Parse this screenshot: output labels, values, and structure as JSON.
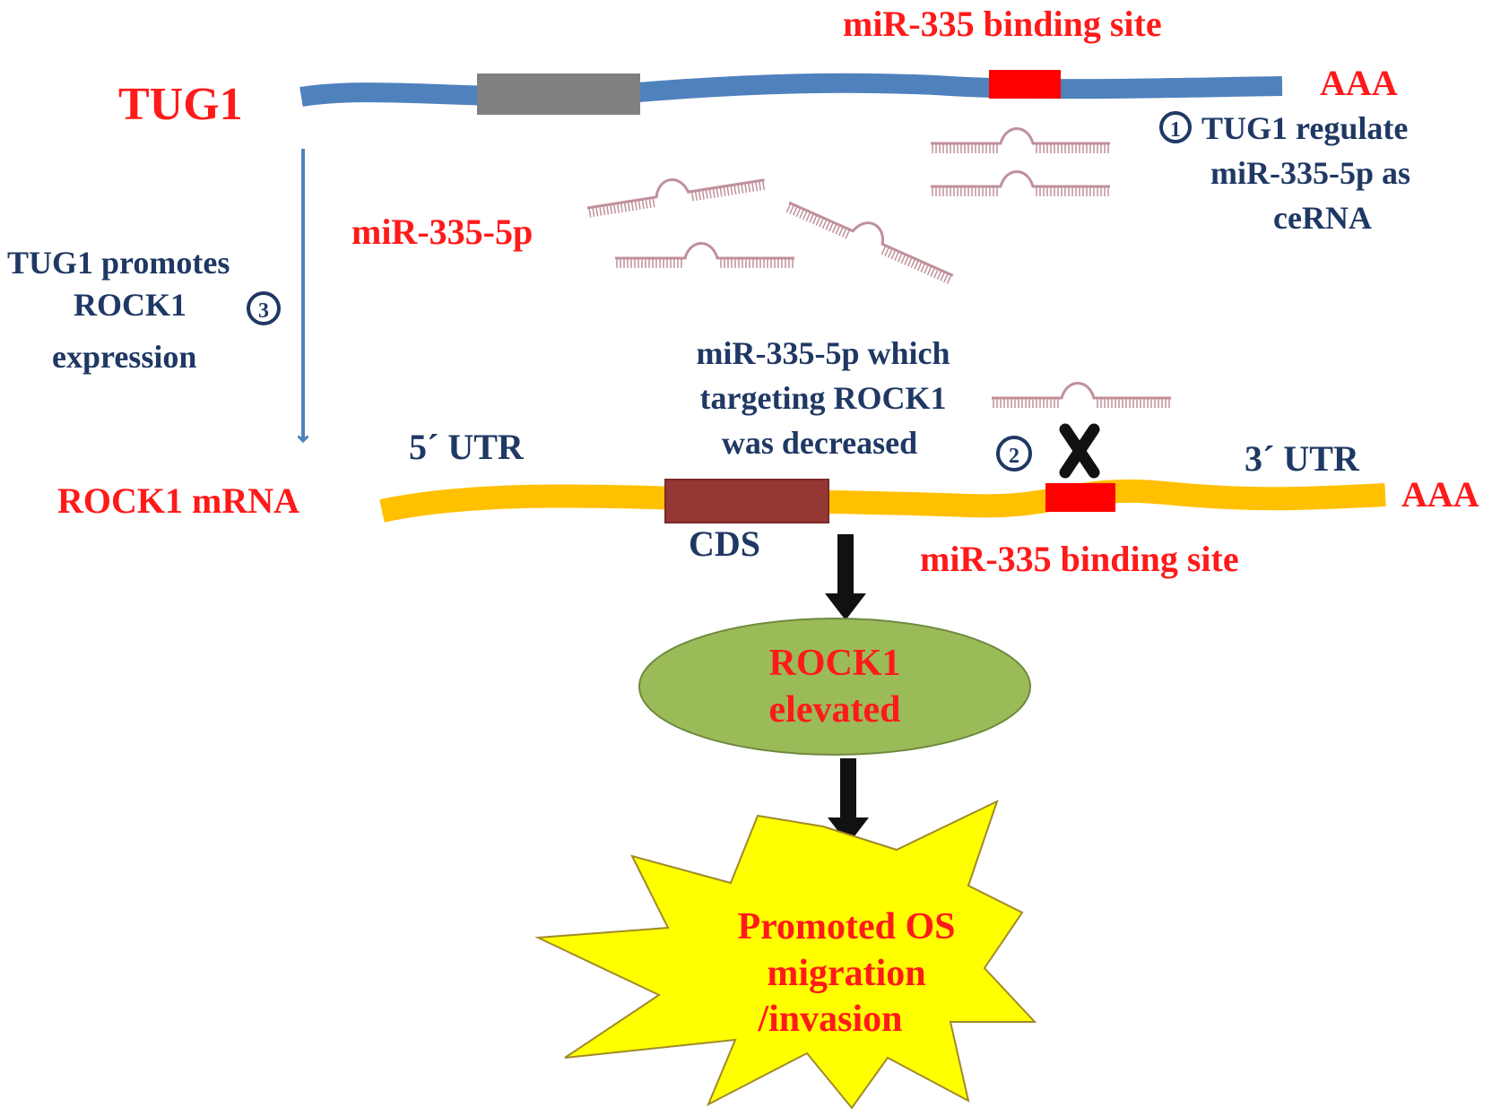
{
  "tug1": {
    "title": "TUG1",
    "site_label": "miR-335 binding site",
    "polyA": "AAA"
  },
  "steps": {
    "step1": {
      "badge": "1",
      "lines": [
        "TUG1 regulate",
        "miR-335-5p as",
        "ceRNA"
      ]
    },
    "step2": {
      "badge": "2",
      "lines": [
        "miR-335-5p which",
        "targeting ROCK1",
        "was decreased"
      ]
    },
    "step3": {
      "badge": "3",
      "lines": [
        "TUG1 promotes",
        "ROCK1",
        "expression"
      ]
    }
  },
  "mirna": {
    "label": "miR-335-5p"
  },
  "rock1": {
    "title": "ROCK1 mRNA",
    "utr5": "5´ UTR",
    "utr3": "3´ UTR",
    "cds": "CDS",
    "site_label": "miR-335 binding site",
    "polyA": "AAA"
  },
  "outcome": {
    "ellipse_lines": [
      "ROCK1",
      "elevated"
    ],
    "burst_lines": [
      "Promoted OS",
      "migration",
      "/invasion"
    ]
  },
  "colors": {
    "tug1_strand": "#4f81bd",
    "gray_box": "#808080",
    "binding_site": "#ff0000",
    "rock1_strand": "#ffc000",
    "cds_box": "#953735",
    "ellipse": "#9bbb59",
    "burst": "#ffff00",
    "mirna": "#c0909a",
    "label_red": "#ff1a1a",
    "label_navy": "#1f3864"
  }
}
